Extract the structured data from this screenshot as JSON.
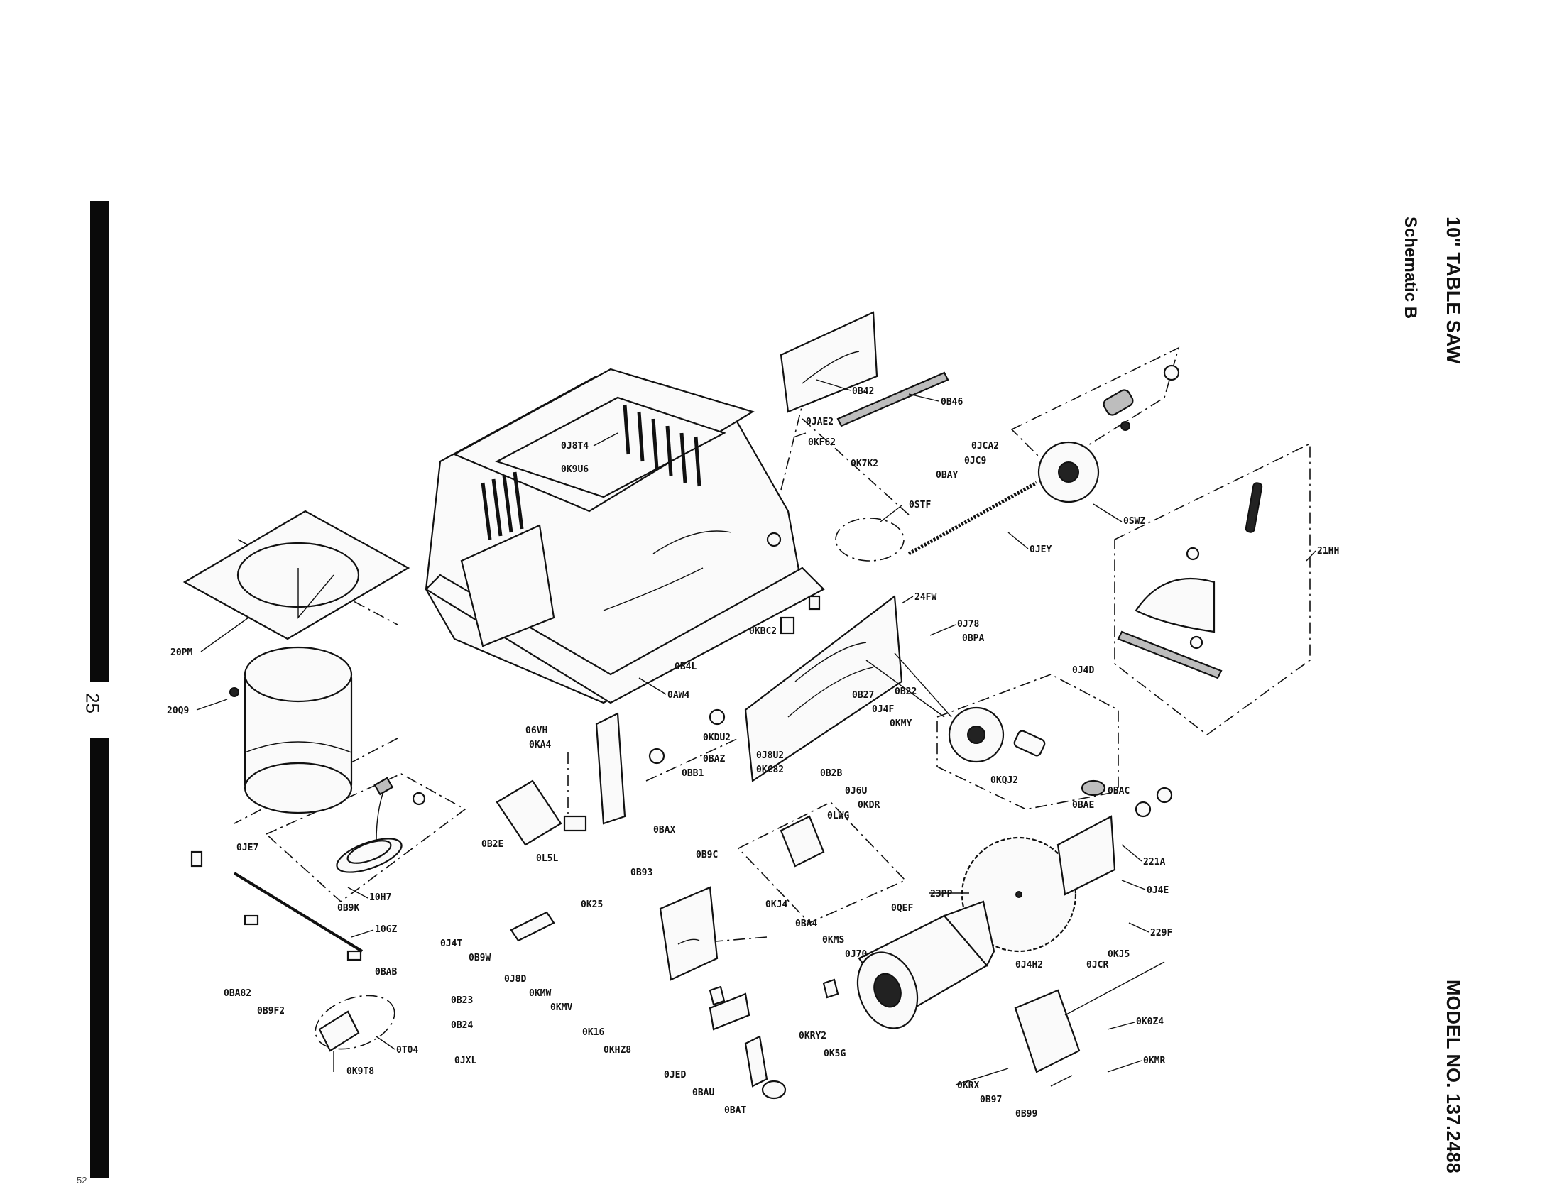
{
  "header": {
    "title": "10\" TABLE SAW",
    "subtitle": "Schematic B",
    "model": "MODEL NO. 137.2488",
    "page_number": "25",
    "corner_mark": "52"
  },
  "part_labels": [
    "0B42",
    "0B46",
    "0JAE2",
    "0KF62",
    "0J8T4",
    "0K9U6",
    "0JCA2",
    "0JC9",
    "0BAY",
    "0K7K2",
    "0STF",
    "0SWZ",
    "0JEY",
    "21HH",
    "20PM",
    "20Q9",
    "24FW",
    "0J78",
    "0BPA",
    "0J4D",
    "0KBC2",
    "0B4L",
    "0AW4",
    "0B27",
    "0B22",
    "0J4F",
    "0KMY",
    "0KQJ2",
    "06VH",
    "0KA4",
    "0KDU2",
    "0BAZ",
    "0BB1",
    "0J8U2",
    "0KC82",
    "0B2B",
    "0J6U",
    "0KDR",
    "0BAC",
    "0BAE",
    "0B2E",
    "0L5L",
    "0BAX",
    "0LWG",
    "221A",
    "0J4E",
    "229F",
    "0JE7",
    "10H7",
    "0B9K",
    "0B9C",
    "0B93",
    "0K25",
    "0KJ4",
    "0BA4",
    "0KMS",
    "0J70",
    "23PP",
    "0QEF",
    "10GZ",
    "0J4T",
    "0B9W",
    "0J8D",
    "0KMW",
    "0KMV",
    "0BAB",
    "0BA82",
    "0B9F2",
    "0B23",
    "0B24",
    "0K16",
    "0KHZ8",
    "0T04",
    "0K9T8",
    "0JXL",
    "0JED",
    "0BAU",
    "0BAT",
    "0KRY2",
    "0K5G",
    "0J4H2",
    "0JCR",
    "0KJ5",
    "0K0Z4",
    "0KMR",
    "0KRX",
    "0B97",
    "0B99"
  ]
}
